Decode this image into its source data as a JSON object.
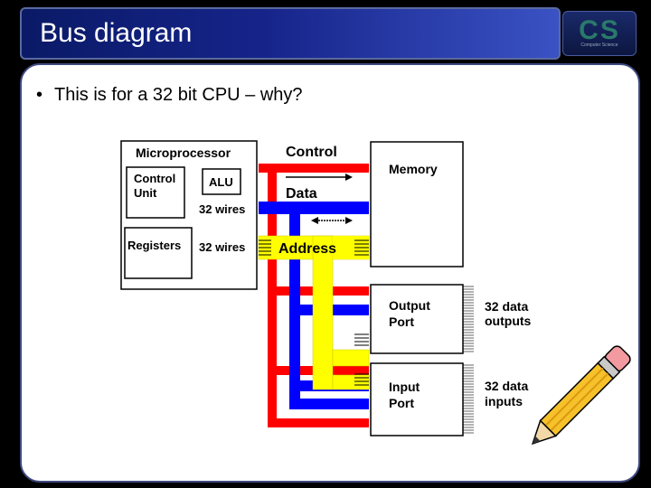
{
  "slide": {
    "title": "Bus diagram",
    "logo_text": "CS",
    "logo_subtext": "Computer Science",
    "bullet": "This is for a 32 bit CPU – why?"
  },
  "diagram": {
    "microprocessor": "Microprocessor",
    "control_unit": [
      "Control",
      "Unit"
    ],
    "alu": "ALU",
    "registers": "Registers",
    "wires_label": "32 wires",
    "control_bus": "Control",
    "data_bus": "Data",
    "address_bus": "Address",
    "memory": "Memory",
    "output_port": [
      "Output",
      "Port"
    ],
    "input_port": [
      "Input",
      "Port"
    ],
    "data_outputs": [
      "32 data",
      "outputs"
    ],
    "data_inputs": [
      "32 data",
      "inputs"
    ]
  },
  "colors": {
    "control": "#ff0000",
    "data": "#0000ff",
    "address": "#ffff00"
  }
}
